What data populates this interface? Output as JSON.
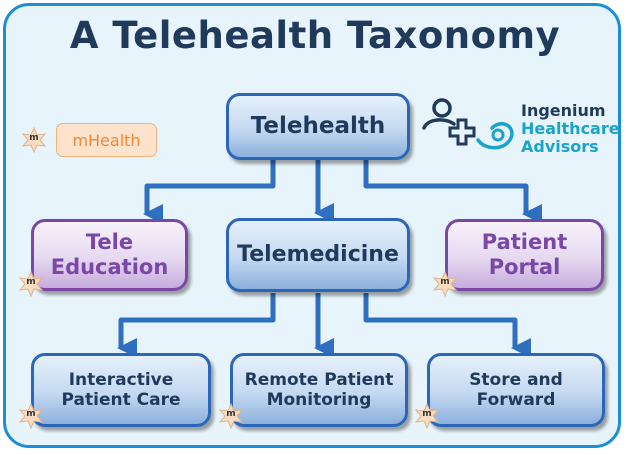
{
  "title": "A Telehealth Taxonomy",
  "legend": {
    "badge": "m",
    "label": "mHealth"
  },
  "logo": {
    "line1": "Ingenium",
    "line2": "Healthcare",
    "line3": "Advisors"
  },
  "nodes": {
    "telehealth": "Telehealth",
    "tele_education": [
      "Tele",
      "Education"
    ],
    "telemedicine": "Telemedicine",
    "patient_portal": [
      "Patient",
      "Portal"
    ],
    "interactive_patient_care": [
      "Interactive",
      "Patient Care"
    ],
    "remote_patient_monitoring": [
      "Remote Patient",
      "Monitoring"
    ],
    "store_and_forward": [
      "Store and",
      "Forward"
    ]
  },
  "badge_letter": "m",
  "colors": {
    "frame": "#1a8fd8",
    "title": "#1f3a5a",
    "node_blue_border": "#2b66b8",
    "node_purple_border": "#7b47a6",
    "connector": "#2e6fbf",
    "mhealth_fill": "#fde3cc",
    "mhealth_text": "#ec8a3a",
    "badge_fill": "#f7dcc0",
    "logo_dark": "#1f3a5a",
    "logo_teal": "#1aa4c9"
  }
}
